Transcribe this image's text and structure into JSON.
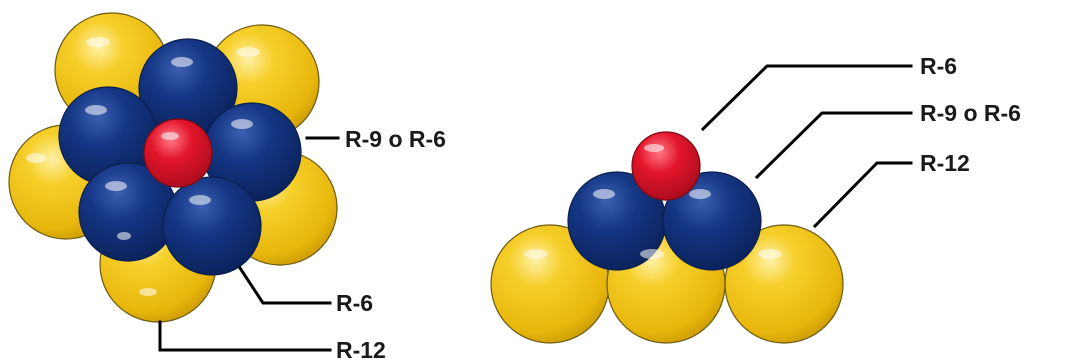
{
  "colors": {
    "yellow": "#f3c316",
    "blue": "#0e2f7a",
    "red": "#e3152b"
  },
  "left_figure": {
    "label_r9_r6": "R-9 o R-6",
    "label_r6": "R-6",
    "label_r12": "R-12"
  },
  "right_figure": {
    "label_r6": "R-6",
    "label_r9_r6": "R-9 o R-6",
    "label_r12": "R-12"
  }
}
